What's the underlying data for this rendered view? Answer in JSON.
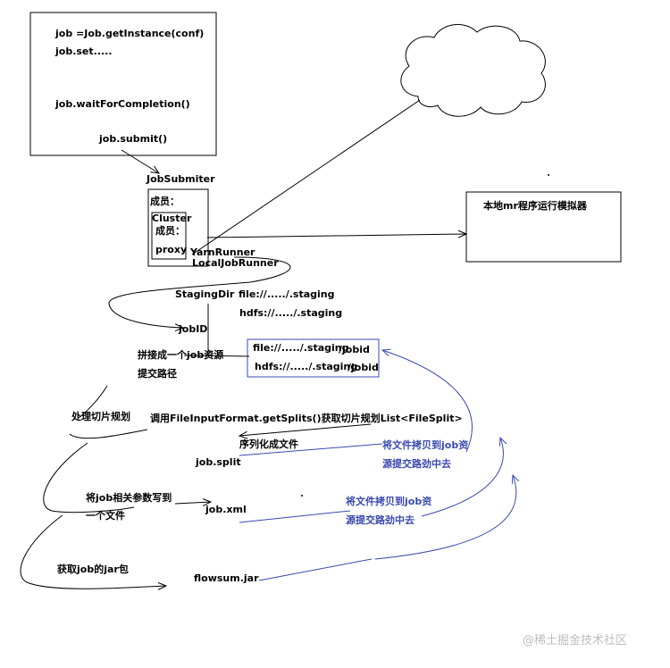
{
  "colors": {
    "ink": "#000000",
    "note_blue": "#3a49b0",
    "watermark": "#bdbdbd",
    "background": "#ffffff"
  },
  "client_box": {
    "line1": "job =Job.getInstance(conf)",
    "line2": "job.set.....",
    "line3": "job.waitForCompletion()",
    "line4": "job.submit()"
  },
  "submitter": {
    "title": "JobSubmiter",
    "members_label": "成员：",
    "cluster_label": "Cluster",
    "cluster_members_label": "成员：",
    "proxy_label": "proxy",
    "yarn_runner": "YarnRunner",
    "local_runner": "LocalJobRunner"
  },
  "simulator_box": {
    "label": "本地mr程序运行模拟器"
  },
  "staging": {
    "dir_label": "StagingDir",
    "file_path": "file://...../.staging",
    "hdfs_path": "hdfs://...../.staging",
    "job_id": "jobID",
    "concat_line1": "拼接成一个job资源",
    "concat_line2": "提交路径"
  },
  "job_paths_box": {
    "file_path": "file://...../.staging",
    "file_suffix": "/jobid",
    "hdfs_path": "hdfs://...../.staging",
    "hdfs_suffix": "/jobid"
  },
  "steps": {
    "split_plan": "处理切片规划",
    "get_splits": "调用FileInputFormat.getSplits()获取切片规划List<FileSplit>",
    "serialize": "序列化成文件",
    "job_split": "job.split",
    "params_line1": "将job相关参数写到",
    "params_line2": "一个文件",
    "job_xml": "job.xml",
    "get_jar": "获取job的jar包",
    "jar_file": "flowsum.jar"
  },
  "notes": {
    "copy1_line1": "将文件拷贝到job资",
    "copy1_line2": "源提交路劲中去",
    "copy2_line1": "将文件拷贝到job资",
    "copy2_line2": "源提交路劲中去"
  },
  "watermark": "@稀土掘金技术社区"
}
